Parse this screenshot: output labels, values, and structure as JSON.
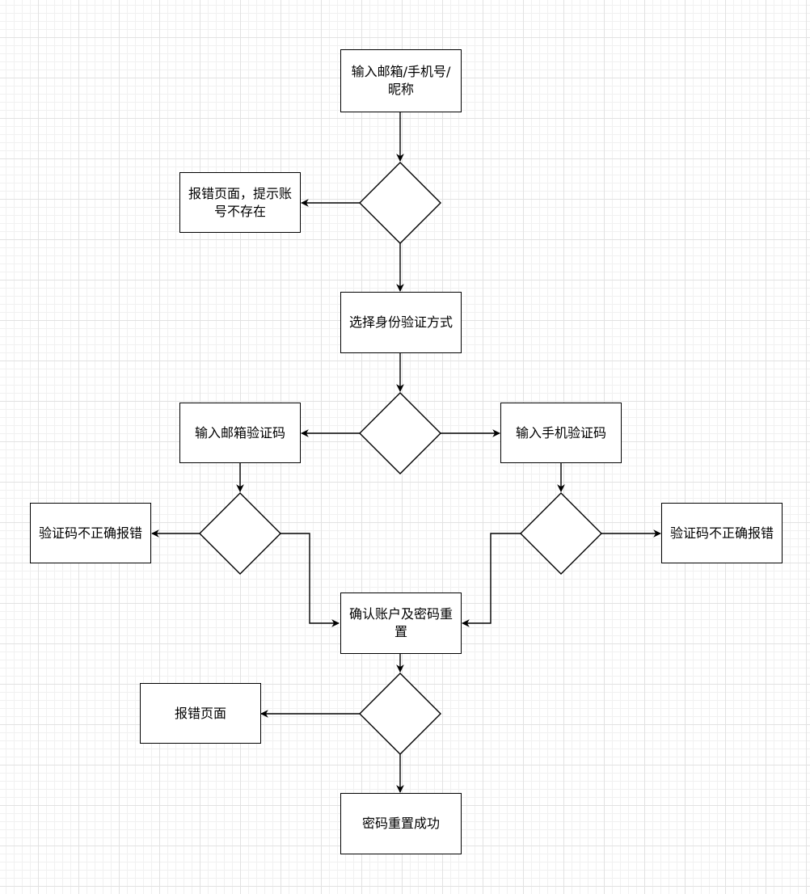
{
  "nodes": {
    "input_account": "输入邮箱/手机号/昵称",
    "error_no_account": "报错页面，提示账号不存在",
    "choose_method": "选择身份验证方式",
    "email_code": "输入邮箱验证码",
    "phone_code": "输入手机验证码",
    "code_error_left": "验证码不正确报错",
    "code_error_right": "验证码不正确报错",
    "confirm_reset": "确认账户及密码重置",
    "error_page": "报错页面",
    "reset_success": "密码重置成功"
  },
  "colors": {
    "stroke": "#000000",
    "fill": "#ffffff",
    "grid": "#e2e2e2"
  }
}
